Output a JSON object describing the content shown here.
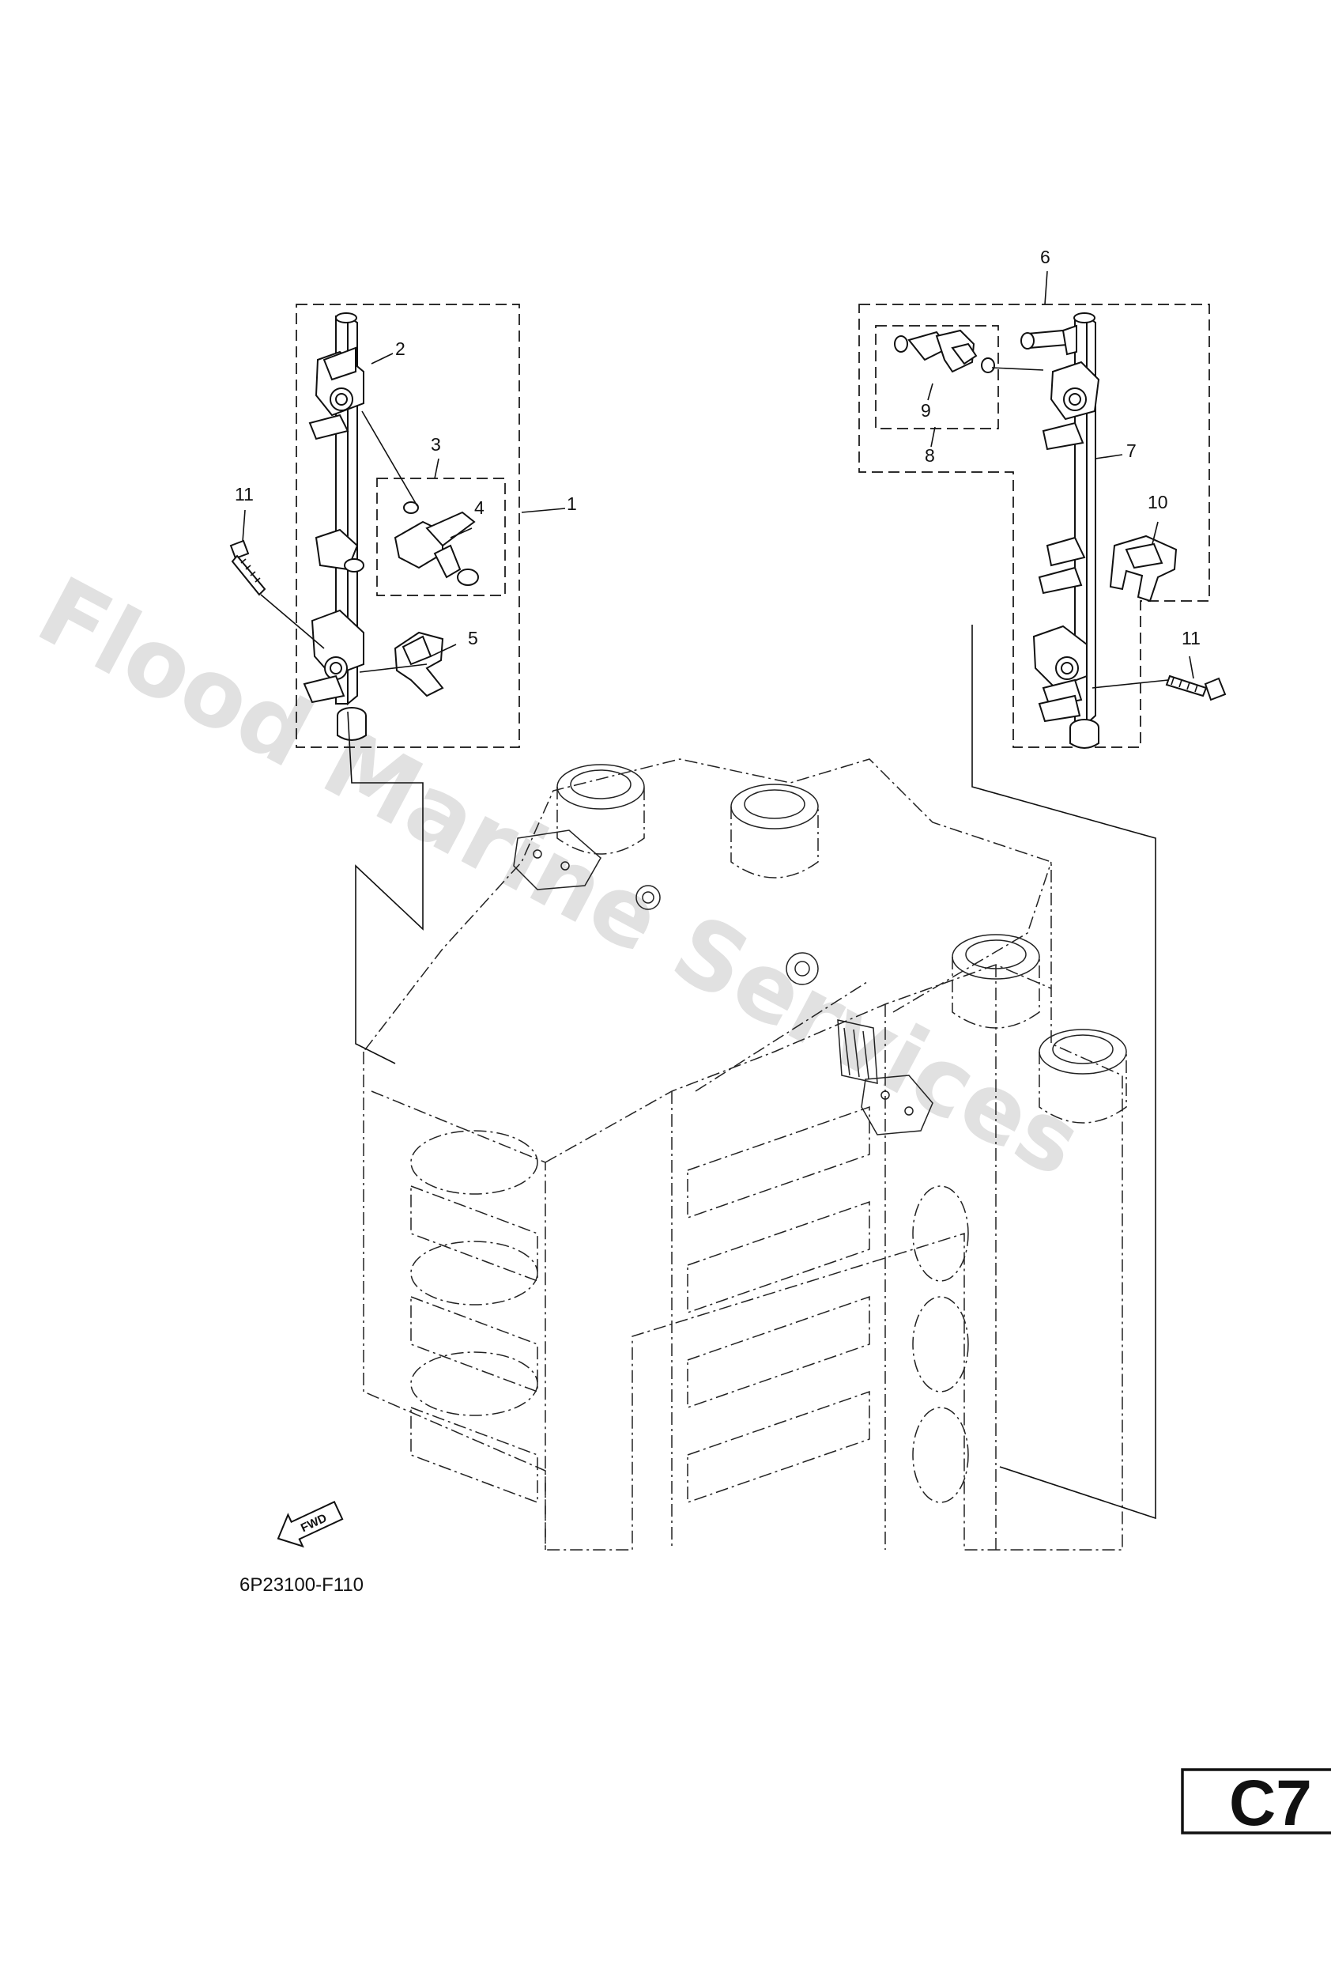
{
  "diagram": {
    "callouts": [
      "1",
      "2",
      "3",
      "4",
      "5",
      "6",
      "7",
      "8",
      "9",
      "10",
      "11",
      "11"
    ],
    "fwd_label": "FWD",
    "drawing_code": "6P23100-F110",
    "page_code": "C7",
    "watermark": "Flood Marine Services"
  }
}
